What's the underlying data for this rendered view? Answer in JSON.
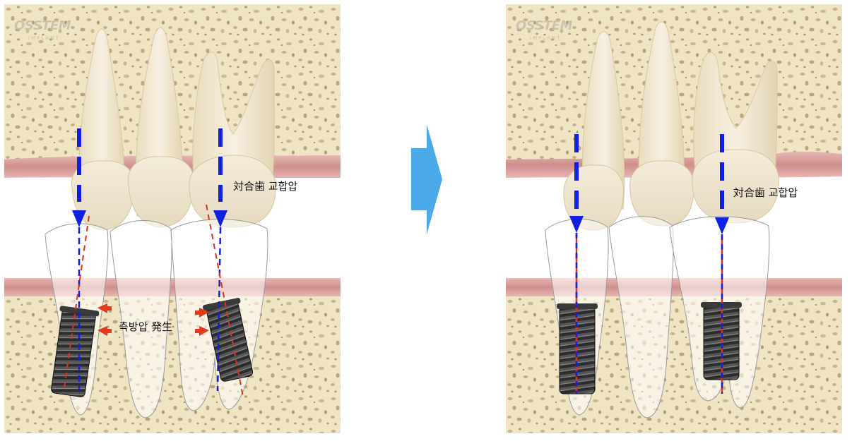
{
  "left_panel": {
    "logo": "OSSTEM",
    "logo_sub": "IMPLANT",
    "label_occlusal": "対合歯 교합압",
    "label_lateral": "측방압 発生"
  },
  "right_panel": {
    "logo": "OSSTEM",
    "logo_sub": "IMPLANT",
    "label_occlusal": "対合歯 교합압"
  },
  "colors": {
    "bone": "#efe4c4",
    "gum": "#dba0a0",
    "tooth": "#f2ead6",
    "axis_blue": "#1020e0",
    "axis_red": "#e03020",
    "arrow_red": "#e23a1c",
    "transition_arrow": "#4aa9e8",
    "implant": "#2a2a2a"
  }
}
